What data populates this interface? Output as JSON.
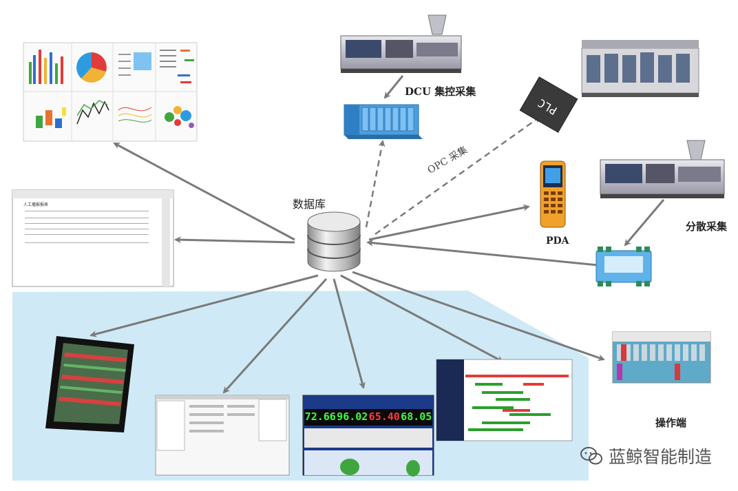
{
  "labels": {
    "database": "数据库",
    "dcu": "DCU 集控采集",
    "plc": "PLC",
    "opc": "OPC 采集",
    "pda": "PDA",
    "distributed": "分散采集",
    "operator": "操作端"
  },
  "dashboard_values": [
    "72.66",
    "96.02",
    "65.40",
    "68.05"
  ],
  "report_title": "人工播报报表",
  "watermark": "蓝鲸智能制造",
  "colors": {
    "arrow": "#7a7a7a",
    "floor": "#cfeaf6",
    "db_silver": "#c8c8c8",
    "dcu_blue": "#4a9fe0",
    "dashboard_bg": "#1b3a8a",
    "led_green": "#3cff3c",
    "led_red": "#ff3b3b"
  },
  "icons": [
    "database-icon",
    "dcu-module-icon",
    "plc-chip-icon",
    "pda-device-icon",
    "io-module-icon",
    "injection-machine-icon",
    "assembly-line-icon",
    "tablet-icon",
    "wechat-icon"
  ]
}
